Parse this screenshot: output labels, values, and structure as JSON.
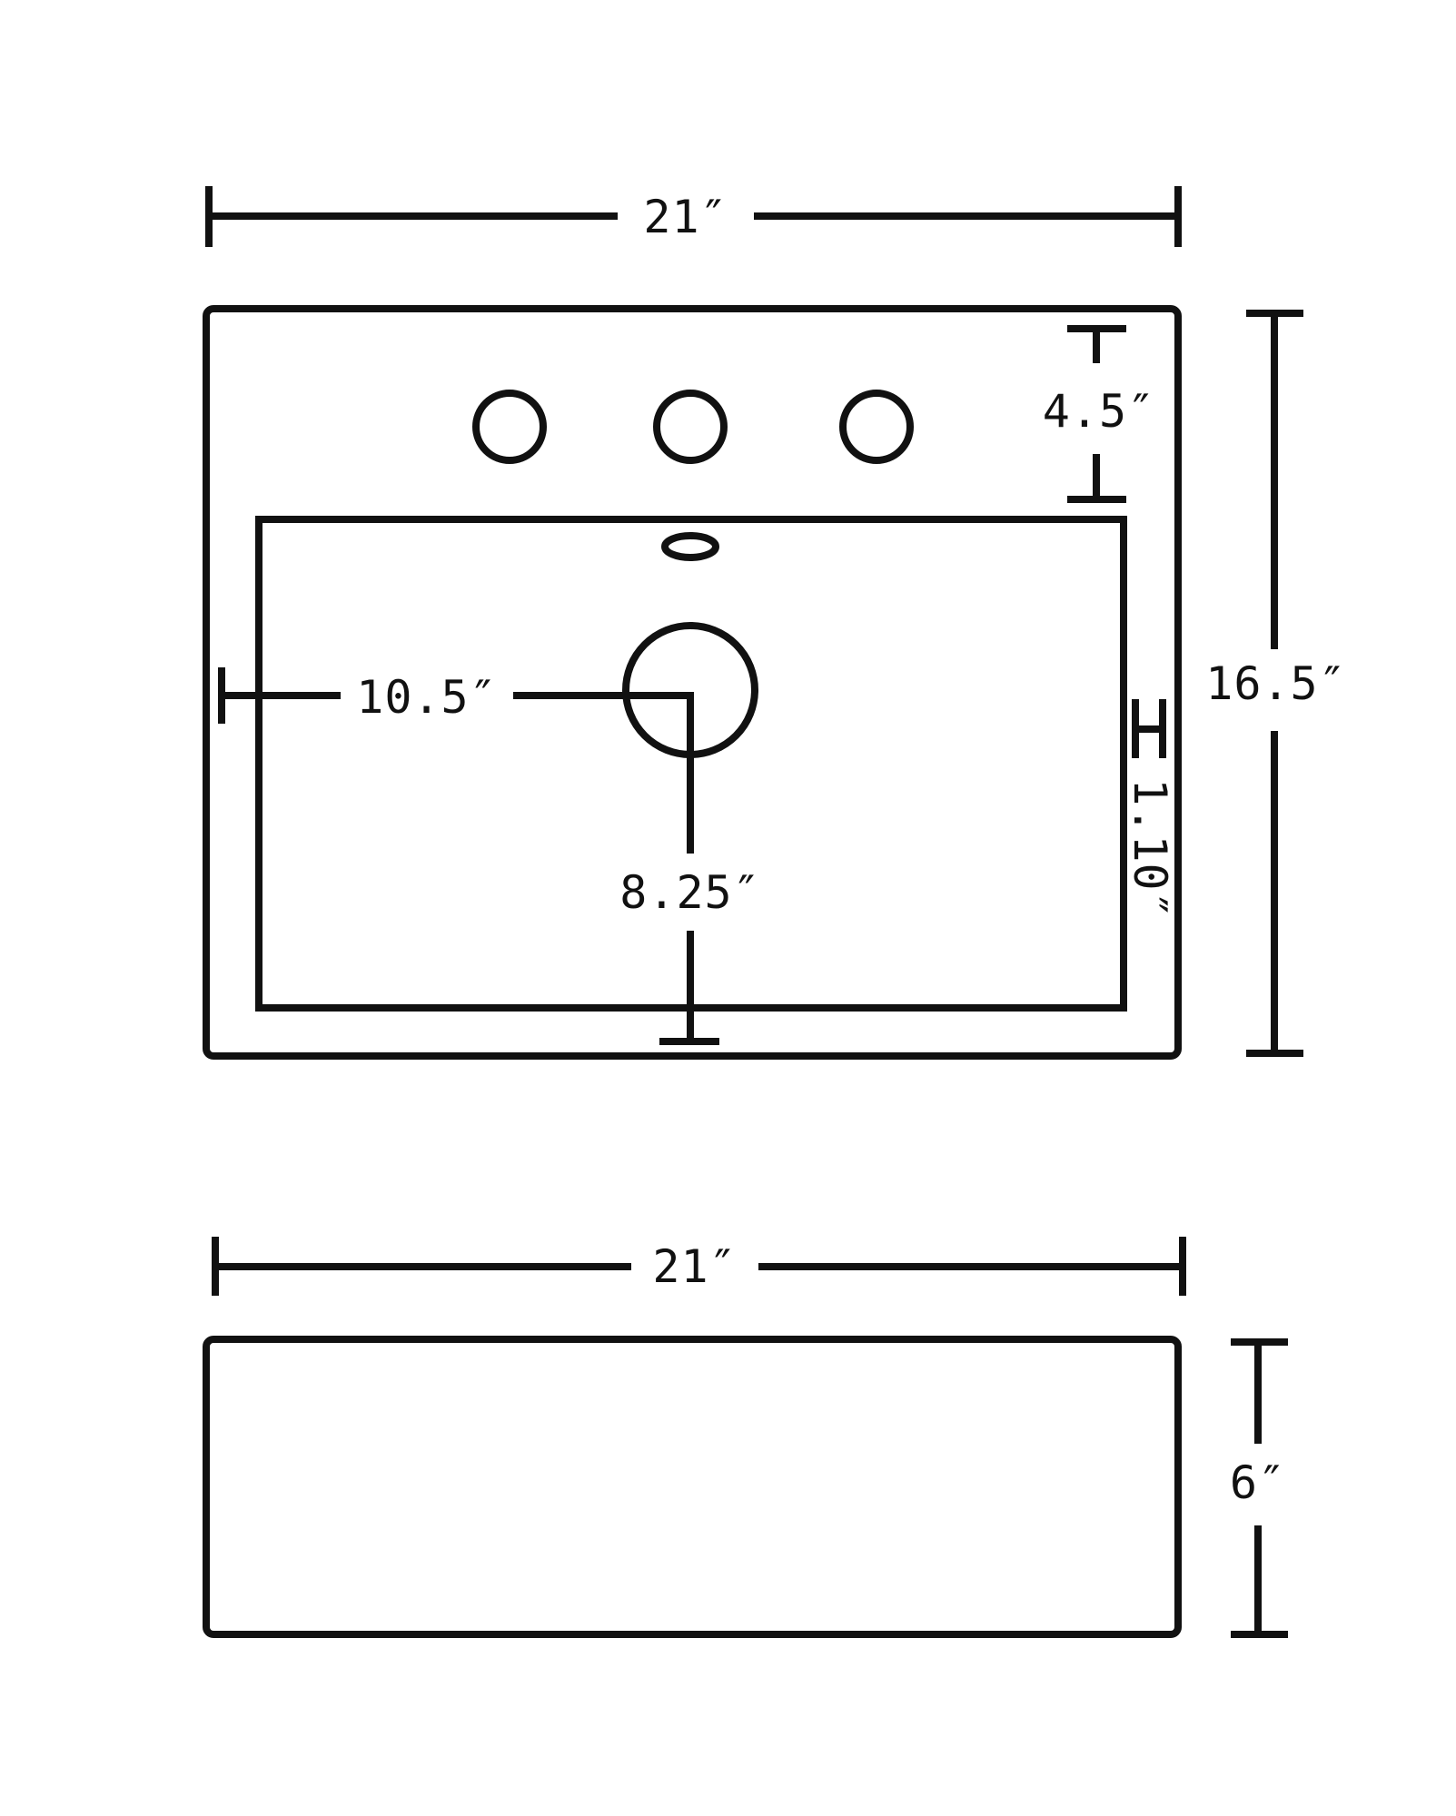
{
  "colors": {
    "line": "#111111",
    "background": "#ffffff"
  },
  "top_view": {
    "width_label": "21″",
    "height_label": "16.5″",
    "faucet_offset_label": "4.5″",
    "drain_from_left_label": "10.5″",
    "drain_from_bottom_label": "8.25″",
    "rim_label": "1.10″",
    "faucet_holes": 3
  },
  "side_view": {
    "width_label": "21″",
    "height_label": "6″"
  }
}
